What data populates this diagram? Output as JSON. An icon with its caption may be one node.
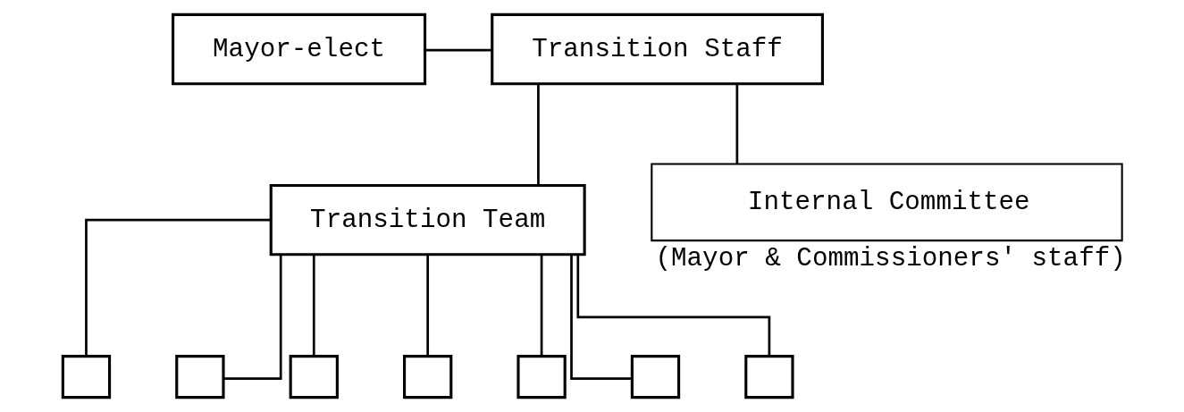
{
  "diagram": {
    "nodes": [
      {
        "text": [
          "Mayor-elect"
        ]
      },
      {
        "text": [
          "Transition Staff"
        ]
      },
      {
        "text": [
          "Transition Team"
        ]
      },
      {
        "text": [
          "Internal Committee"
        ],
        "beside": [
          "(Mayor & Commissioners' staff)"
        ]
      },
      {
        "text": [],
        "shape": "box"
      },
      {
        "text": [],
        "shape": "box"
      },
      {
        "text": [],
        "shape": "box"
      },
      {
        "text": [],
        "shape": "box"
      },
      {
        "text": [],
        "shape": "box"
      },
      {
        "text": [],
        "shape": "box"
      },
      {
        "text": [],
        "shape": "box"
      }
    ],
    "edges": [
      {
        "from": 0,
        "to": 1,
        "arrow": "none"
      },
      {
        "from": 1,
        "to": 2,
        "arrow": "none"
      },
      {
        "from": 1,
        "to": 3,
        "arrow": "none"
      },
      {
        "from": 2,
        "to": 4,
        "arrow": "none"
      },
      {
        "from": 2,
        "to": 5,
        "arrow": "none"
      },
      {
        "from": 2,
        "to": 6,
        "arrow": "none"
      },
      {
        "from": 2,
        "to": 7,
        "arrow": "none"
      },
      {
        "from": 2,
        "to": 8,
        "arrow": "none"
      },
      {
        "from": 2,
        "to": 9,
        "arrow": "none"
      },
      {
        "from": 2,
        "to": 10,
        "arrow": "none"
      }
    ]
  }
}
